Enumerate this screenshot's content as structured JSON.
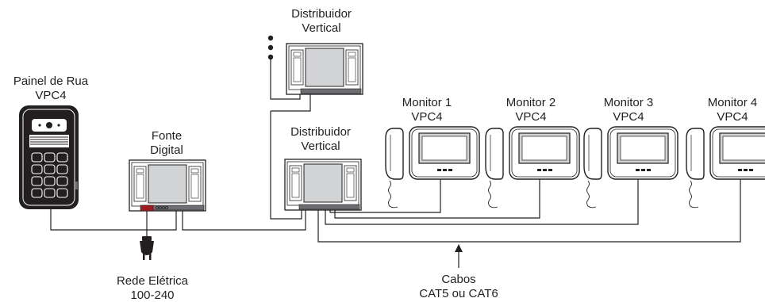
{
  "labels": {
    "street_panel": [
      "Painel de Rua",
      "VPC4"
    ],
    "power_supply": [
      "Fonte",
      "Digital"
    ],
    "distributor_top": [
      "Distribuidor",
      "Vertical"
    ],
    "distributor_bottom": [
      "Distribuidor",
      "Vertical"
    ],
    "monitor1": [
      "Monitor 1",
      "VPC4"
    ],
    "monitor2": [
      "Monitor 2",
      "VPC4"
    ],
    "monitor3": [
      "Monitor 3",
      "VPC4"
    ],
    "monitor4": [
      "Monitor 4",
      "VPC4"
    ],
    "mains": [
      "Rede Elétrica",
      "100-240"
    ],
    "cables": [
      "Cabos",
      "CAT5 ou CAT6"
    ]
  },
  "colors": {
    "line": "#231f20",
    "device_body": "#ffffff",
    "device_screen": "#d1d3d4",
    "panel_body": "#231f20",
    "terminal_red": "#9e1b20"
  }
}
